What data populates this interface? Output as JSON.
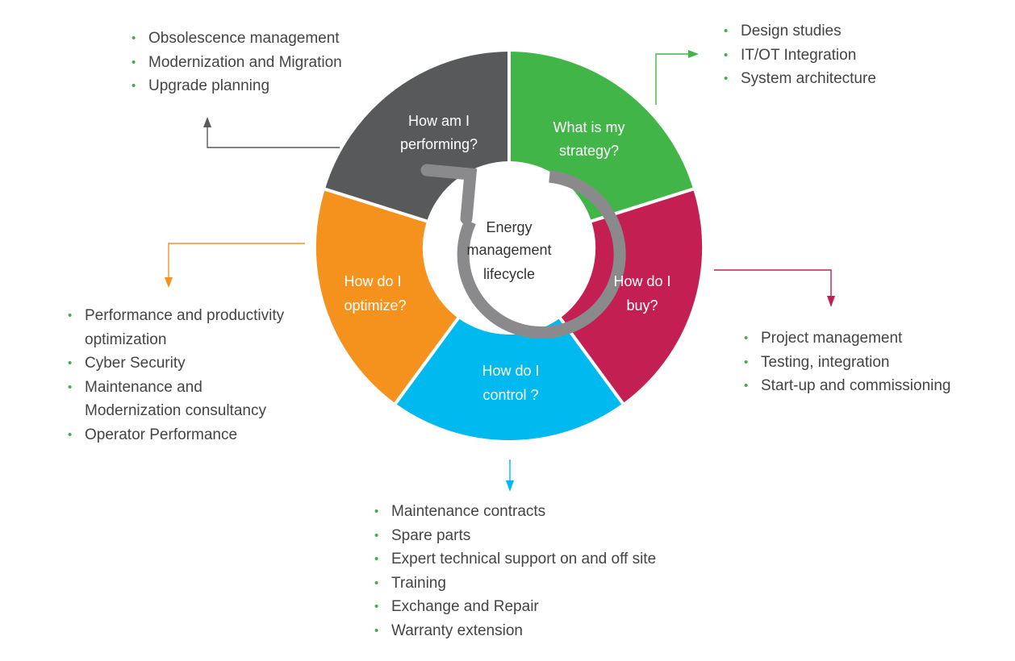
{
  "colors": {
    "strategy": "#42b549",
    "buy": "#c31f53",
    "control": "#00b9ef",
    "optimize": "#f5921e",
    "performing": "#58595b",
    "cycle_arrow": "#8a8a8c",
    "bullet": "#3dae4b"
  },
  "center": {
    "line1": "Energy",
    "line2": "management",
    "line3": "lifecycle"
  },
  "segments": {
    "strategy": {
      "line1": "What is my",
      "line2": "strategy?"
    },
    "buy": {
      "line1": "How do I",
      "line2": "buy?"
    },
    "control": {
      "line1": "How do I",
      "line2": "control ?"
    },
    "optimize": {
      "line1": "How do I",
      "line2": "optimize?"
    },
    "performing": {
      "line1": "How am I",
      "line2": "performing?"
    }
  },
  "lists": {
    "performing": [
      "Obsolescence management",
      "Modernization and Migration",
      "Upgrade planning"
    ],
    "strategy": [
      "Design studies",
      "IT/OT Integration",
      "System architecture"
    ],
    "optimize": [
      "Performance and productivity optimization",
      "Cyber Security",
      "Maintenance and Modernization consultancy",
      "Operator Performance"
    ],
    "buy": [
      "Project management",
      "Testing, integration",
      "Start-up and commissioning"
    ],
    "control": [
      "Maintenance contracts",
      "Spare parts",
      "Expert technical support on and off site",
      "Training",
      "Exchange and Repair",
      "Warranty extension"
    ]
  }
}
